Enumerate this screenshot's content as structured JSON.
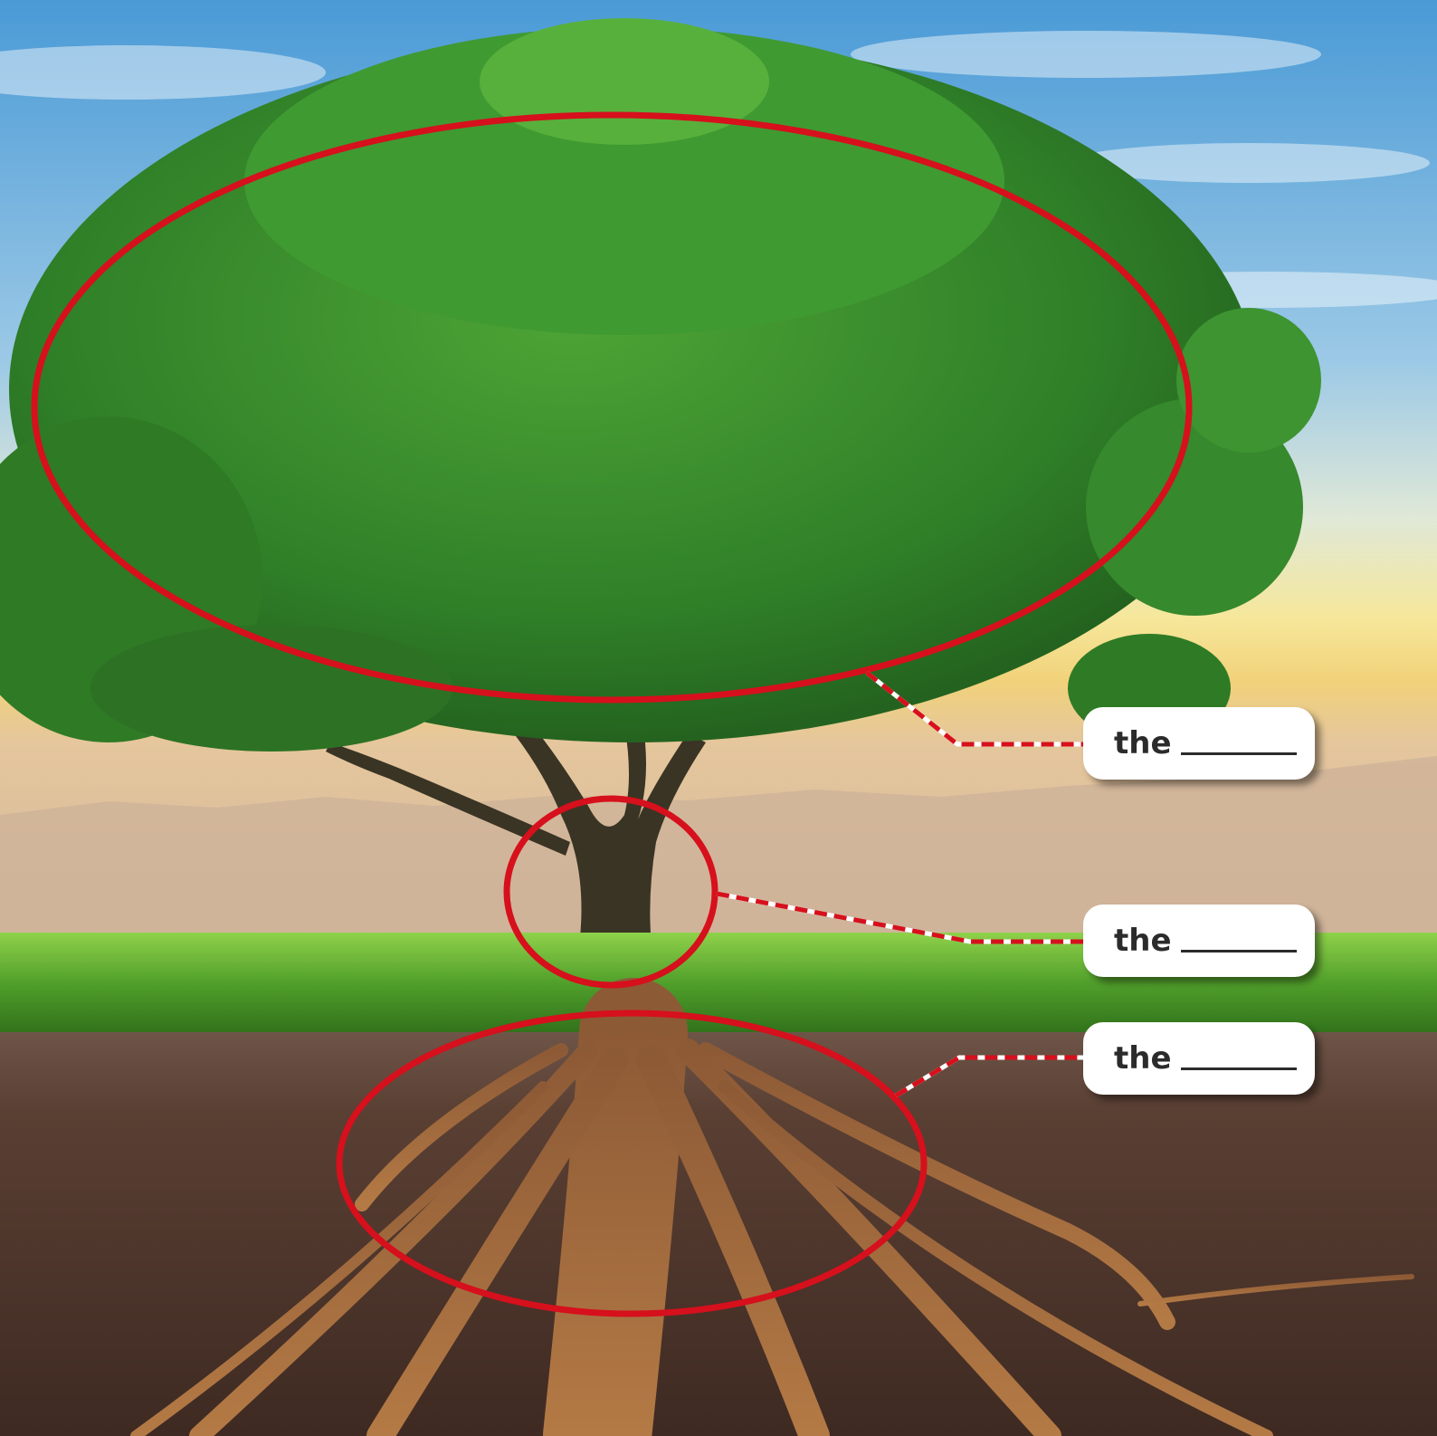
{
  "diagram": {
    "labels": [
      {
        "id": "crown",
        "word": "the",
        "points_to": "leaves-branches"
      },
      {
        "id": "trunk",
        "word": "the",
        "points_to": "trunk"
      },
      {
        "id": "roots",
        "word": "the",
        "points_to": "roots"
      }
    ],
    "colors": {
      "highlight_ring": "#d6101c",
      "connector_dash": "#d6101c",
      "connector_gap": "#ffffff",
      "label_bg": "#ffffff",
      "label_text": "#2b2b2b",
      "sky_top": "#4f9fd9",
      "horizon": "#f6dc7a",
      "foliage": "#3f8e2c",
      "grass": "#5cae2b",
      "soil": "#5a3f33",
      "roots": "#a56a3a"
    }
  }
}
